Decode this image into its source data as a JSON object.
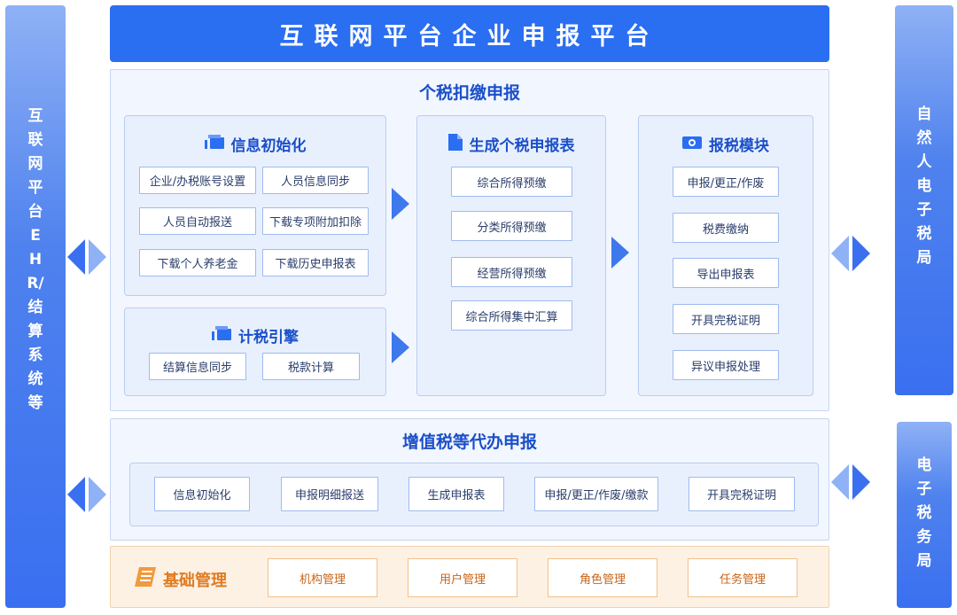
{
  "header": {
    "title": "互联网平台企业申报平台"
  },
  "left_sidebar": {
    "label": "互联网平台EHR/结算系统等"
  },
  "right_top_sidebar": {
    "label": "自然人电子税局"
  },
  "right_bottom_sidebar": {
    "label": "电子税务局"
  },
  "personal_tax": {
    "title": "个税扣缴申报",
    "info_init": {
      "title": "信息初始化",
      "items": [
        "企业/办税账号设置",
        "人员信息同步",
        "人员自动报送",
        "下载专项附加扣除",
        "下载个人养老金",
        "下载历史申报表"
      ]
    },
    "tax_engine": {
      "title": "计税引擎",
      "items": [
        "结算信息同步",
        "税款计算"
      ]
    },
    "generate_forms": {
      "title": "生成个税申报表",
      "items": [
        "综合所得预缴",
        "分类所得预缴",
        "经营所得预缴",
        "综合所得集中汇算"
      ]
    },
    "tax_filing": {
      "title": "报税模块",
      "items": [
        "申报/更正/作废",
        "税费缴纳",
        "导出申报表",
        "开具完税证明",
        "异议申报处理"
      ]
    }
  },
  "vat": {
    "title": "增值税等代办申报",
    "items": [
      "信息初始化",
      "申报明细报送",
      "生成申报表",
      "申报/更正/作废/缴款",
      "开具完税证明"
    ]
  },
  "base_mgmt": {
    "title": "基础管理",
    "items": [
      "机构管理",
      "用户管理",
      "角色管理",
      "任务管理"
    ]
  },
  "colors": {
    "primary": "#2a6ef2",
    "title_blue": "#1a4fc9",
    "panel_bg": "#e9f0fd",
    "base_orange": "#e07b20"
  }
}
